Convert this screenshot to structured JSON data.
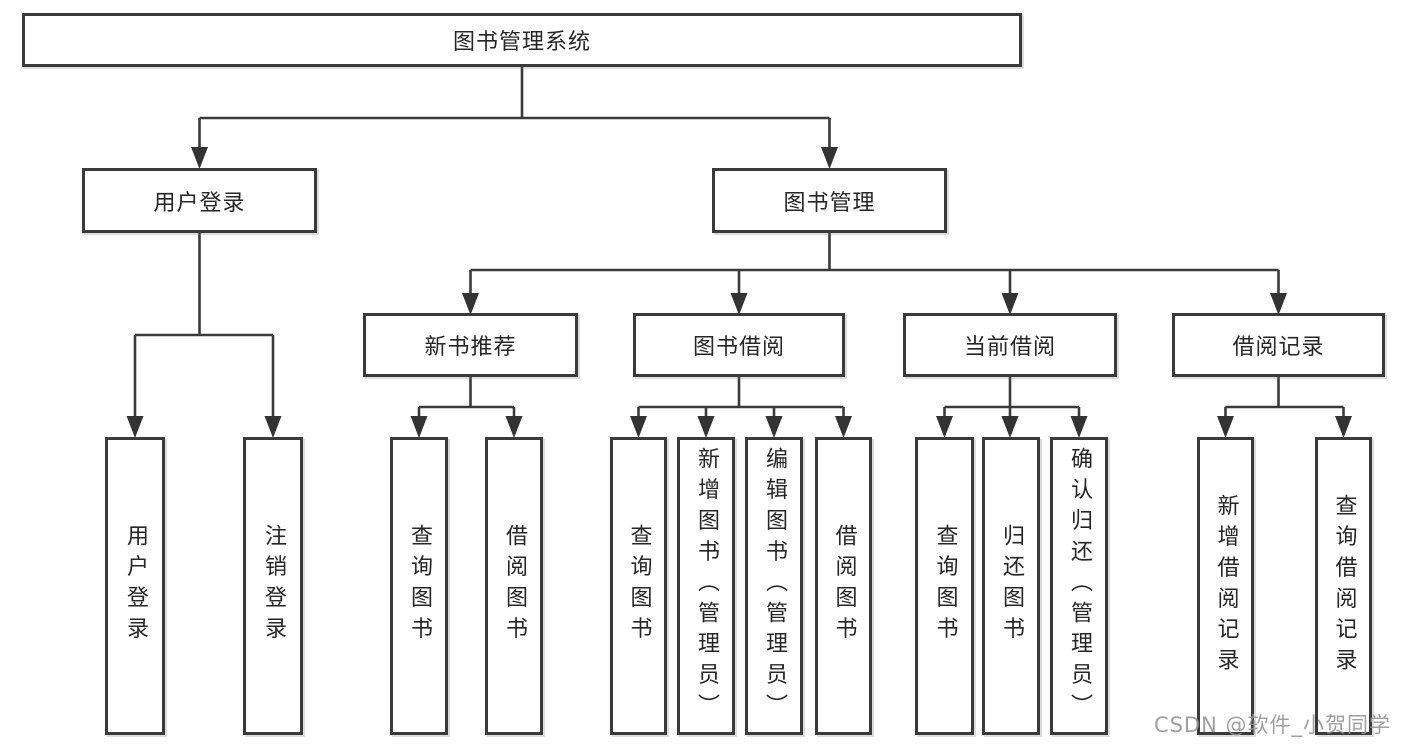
{
  "diagram": {
    "root": {
      "label": "图书管理系统"
    },
    "level2": {
      "user_login": {
        "label": "用户登录"
      },
      "book_management": {
        "label": "图书管理"
      }
    },
    "level3": {
      "new_book_recommend": {
        "label": "新书推荐"
      },
      "book_borrow": {
        "label": "图书借阅"
      },
      "current_borrow": {
        "label": "当前借阅"
      },
      "borrow_record": {
        "label": "借阅记录"
      }
    },
    "leaves": {
      "user_login": {
        "label": "用户登录"
      },
      "logout": {
        "label": "注销登录"
      },
      "recommend_query_book": {
        "label": "查询图书"
      },
      "recommend_borrow_book": {
        "label": "借阅图书"
      },
      "borrow_query_book": {
        "label": "查询图书"
      },
      "borrow_add_book": {
        "label": "新增图书（管理员）"
      },
      "borrow_edit_book": {
        "label": "编辑图书（管理员）"
      },
      "borrow_borrow_book": {
        "label": "借阅图书"
      },
      "current_query_book": {
        "label": "查询图书"
      },
      "current_return_book": {
        "label": "归还图书"
      },
      "current_confirm_return": {
        "label": "确认归还（管理员）"
      },
      "record_add": {
        "label": "新增借阅记录"
      },
      "record_query": {
        "label": "查询借阅记录"
      }
    },
    "watermark": "CSDN @软件_小贺同学",
    "colors": {
      "line": "#3a3a3a",
      "text": "#262626",
      "background": "#ffffff",
      "watermark": "#969696"
    }
  }
}
